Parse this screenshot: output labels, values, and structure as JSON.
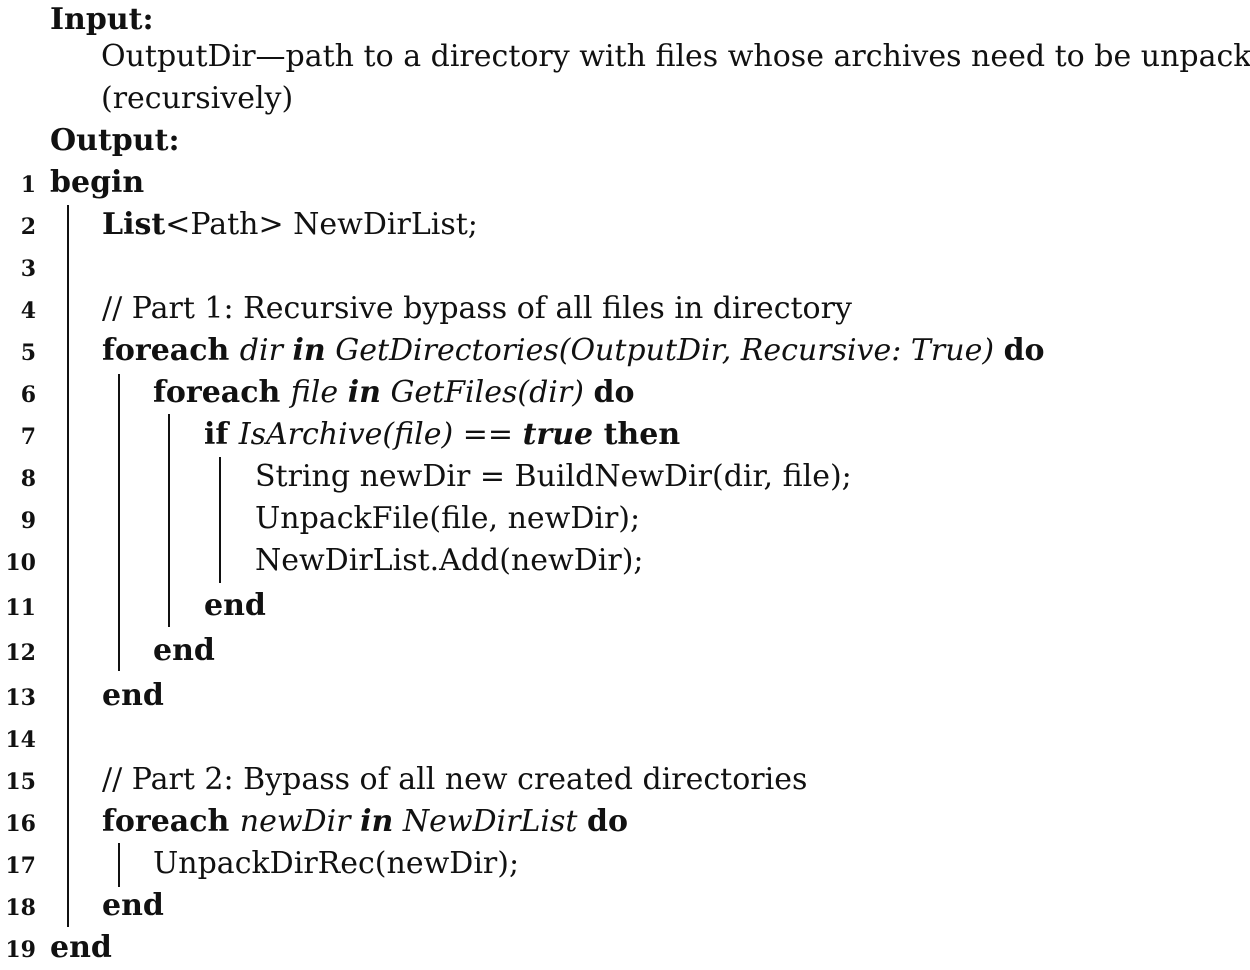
{
  "header": {
    "input_label": "Input:",
    "input_desc_line1": "OutputDir—path to a directory with files whose archives need to be unpacked",
    "input_desc_line2": "(recursively)",
    "output_label": "Output:"
  },
  "lines": [
    {
      "n": "1",
      "parts": [
        {
          "s": "b",
          "t": "begin"
        }
      ]
    },
    {
      "n": "2",
      "parts": [
        {
          "s": "b",
          "t": "List"
        },
        {
          "s": "",
          "t": "<Path> NewDirList;"
        }
      ]
    },
    {
      "n": "3",
      "parts": []
    },
    {
      "n": "4",
      "parts": [
        {
          "s": "",
          "t": "// Part 1: Recursive bypass of all files in directory"
        }
      ]
    },
    {
      "n": "5",
      "parts": [
        {
          "s": "b",
          "t": "foreach "
        },
        {
          "s": "i",
          "t": " dir "
        },
        {
          "s": "bi",
          "t": "in"
        },
        {
          "s": "i",
          "t": " GetDirectories(OutputDir, Recursive: True) "
        },
        {
          "s": "b",
          "t": "do"
        }
      ]
    },
    {
      "n": "6",
      "parts": [
        {
          "s": "b",
          "t": "foreach "
        },
        {
          "s": "i",
          "t": " file "
        },
        {
          "s": "bi",
          "t": "in"
        },
        {
          "s": "i",
          "t": " GetFiles(dir) "
        },
        {
          "s": "b",
          "t": "do"
        }
      ]
    },
    {
      "n": "7",
      "parts": [
        {
          "s": "b",
          "t": "if "
        },
        {
          "s": "i",
          "t": "IsArchive(file)"
        },
        {
          "s": "",
          "t": " == "
        },
        {
          "s": "bi",
          "t": "true"
        },
        {
          "s": "b",
          "t": " then"
        }
      ]
    },
    {
      "n": "8",
      "parts": [
        {
          "s": "",
          "t": "String newDir = BuildNewDir(dir, file);"
        }
      ]
    },
    {
      "n": "9",
      "parts": [
        {
          "s": "",
          "t": "UnpackFile(file, newDir);"
        }
      ]
    },
    {
      "n": "10",
      "parts": [
        {
          "s": "",
          "t": "NewDirList.Add(newDir);"
        }
      ]
    },
    {
      "n": "11",
      "parts": [
        {
          "s": "b",
          "t": "end"
        }
      ]
    },
    {
      "n": "12",
      "parts": [
        {
          "s": "b",
          "t": "end"
        }
      ]
    },
    {
      "n": "13",
      "parts": [
        {
          "s": "b",
          "t": "end"
        }
      ]
    },
    {
      "n": "14",
      "parts": []
    },
    {
      "n": "15",
      "parts": [
        {
          "s": "",
          "t": "// Part 2: Bypass of all new created directories"
        }
      ]
    },
    {
      "n": "16",
      "parts": [
        {
          "s": "b",
          "t": "foreach "
        },
        {
          "s": "i",
          "t": "newDir "
        },
        {
          "s": "bi",
          "t": "in"
        },
        {
          "s": "i",
          "t": " NewDirList "
        },
        {
          "s": "b",
          "t": "do"
        }
      ]
    },
    {
      "n": "17",
      "parts": [
        {
          "s": "",
          "t": "UnpackDirRec(newDir);"
        }
      ]
    },
    {
      "n": "18",
      "parts": [
        {
          "s": "b",
          "t": "end"
        }
      ]
    },
    {
      "n": "19",
      "parts": [
        {
          "s": "b",
          "t": "end"
        }
      ]
    }
  ]
}
